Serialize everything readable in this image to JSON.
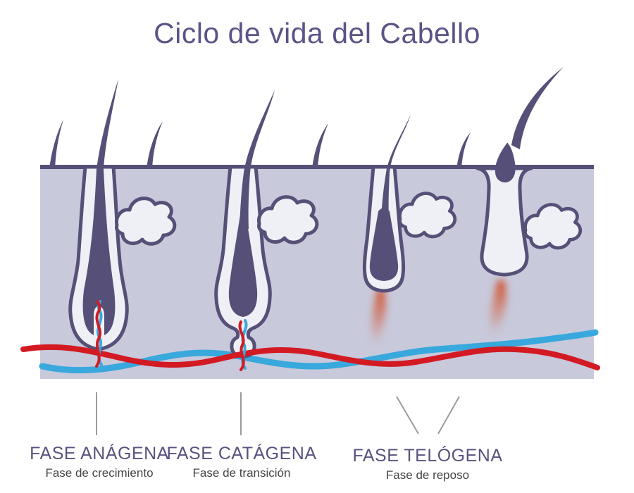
{
  "title": "Ciclo de vida del Cabello",
  "phases": [
    {
      "label": "FASE ANÁGENA",
      "sublabel": "Fase de crecimiento"
    },
    {
      "label": "FASE CATÁGENA",
      "sublabel": "Fase de transición"
    },
    {
      "label": "FASE TELÓGENA",
      "sublabel": "Fase de reposo"
    }
  ],
  "diagram": {
    "stages": [
      "anagen-follicle",
      "catagen-follicle",
      "early-telogen-follicle",
      "late-telogen-follicle"
    ],
    "elements": [
      "skin-band",
      "epidermis-line",
      "hair-shaft",
      "sebaceous-gland",
      "papilla-vessel-twist",
      "artery-wave",
      "vein-wave",
      "regression-streak",
      "leader-line"
    ]
  },
  "colors": {
    "background": "#ffffff",
    "title_text": "#5c5387",
    "phase_label": "#5a517f",
    "phase_sublabel": "#454545",
    "skin_fill": "#c8c9db",
    "outline_purple": "#565078",
    "follicle_fill": "#eef0f6",
    "artery_red": "#d31a23",
    "vein_blue": "#38a8dd",
    "regression_orange": "#d65a38",
    "leader_line": "#9b9b9b"
  }
}
